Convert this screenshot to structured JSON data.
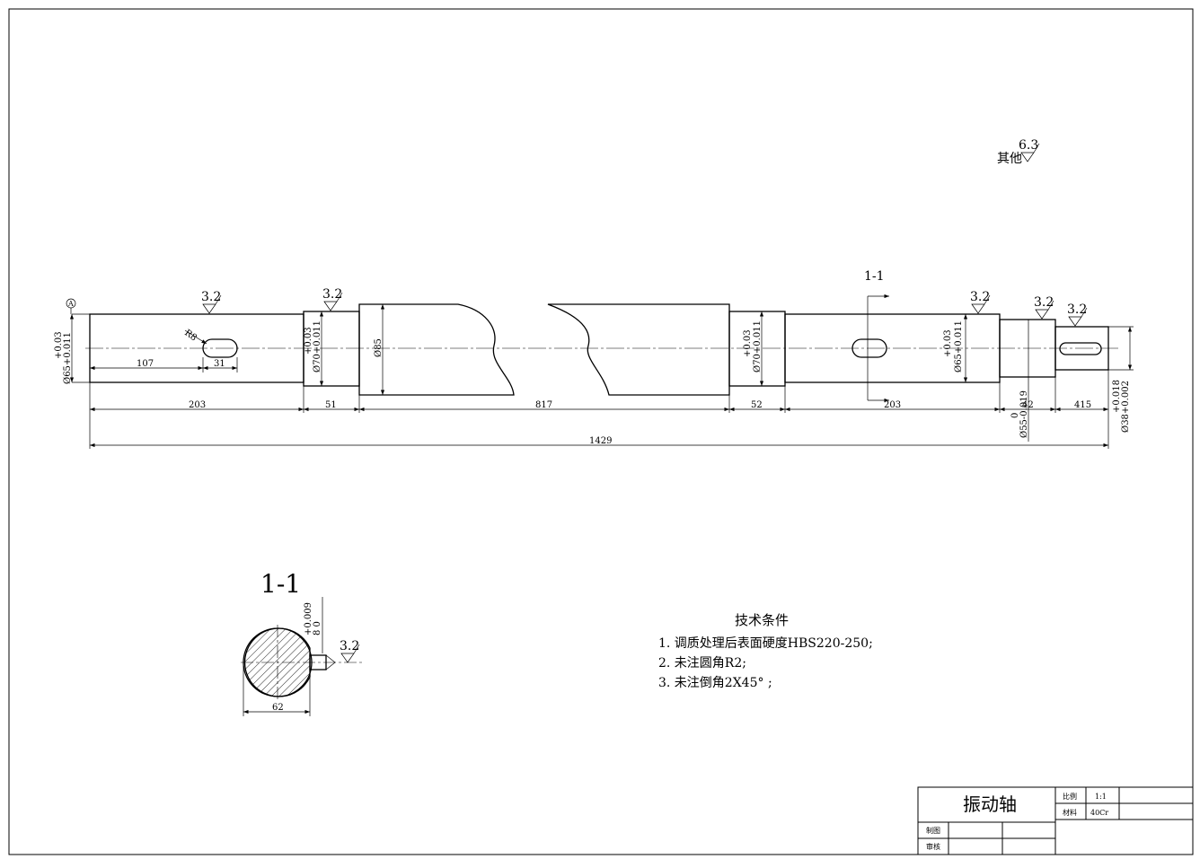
{
  "drawing": {
    "dims": {
      "d107": "107",
      "d31": "31",
      "dR8": "R8",
      "d203a": "203",
      "d51": "51",
      "d817": "817",
      "d52": "52",
      "d203b": "203",
      "d42": "42",
      "d415": "415",
      "d1429": "1429",
      "tol1": "+0.03",
      "tol1b": "Ø65+0.011",
      "tol2": "+0.03",
      "tol2b": "Ø70+0.011",
      "dia85": "Ø85",
      "tol3": "+0.03",
      "tol3b": "Ø70+0.011",
      "tol4": "+0.03",
      "tol4b": "Ø65+0.011",
      "tol5": "0",
      "tol5b": "Ø55-0.019",
      "tol6": "+0.018",
      "tol6b": "Ø38+0.002"
    },
    "roughness": [
      "3.2",
      "3.2",
      "3.2",
      "3.2",
      "3.2"
    ],
    "other_roughness_label": "其他",
    "other_roughness_value": "6.3",
    "section_mark": "1-1",
    "datum": "A"
  },
  "section": {
    "title": "1-1",
    "dia": "62",
    "key_tol_top": "+0.009",
    "key_tol_bottom": "8 0",
    "roughness": "3.2"
  },
  "notes": {
    "title": "技术条件",
    "items": [
      "1.  调质处理后表面硬度HBS220-250;",
      "2.  未注圆角R2;",
      "3.  未注倒角2X45°  ;"
    ]
  },
  "title_block": {
    "part_name": "振动轴",
    "scale_label": "比例",
    "scale_value": "1:1",
    "material_label": "材料",
    "material_value": "40Cr",
    "drawn_label": "制图",
    "checked_label": "审核"
  }
}
